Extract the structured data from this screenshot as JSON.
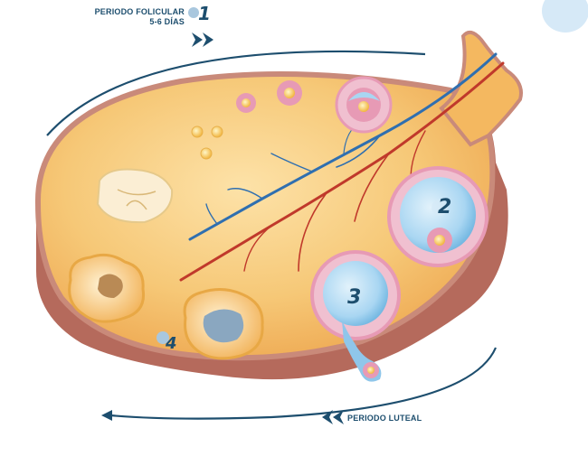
{
  "phases": {
    "follicular": {
      "title": "PERIODO FOLICULAR",
      "duration": "5-6 DÍAS"
    },
    "luteal": {
      "title": "PERIODO LUTEAL"
    }
  },
  "stages": [
    {
      "number": "1"
    },
    {
      "number": "2"
    },
    {
      "number": "3"
    },
    {
      "number": "4"
    }
  ],
  "colors": {
    "ovary_fill": "#f4b860",
    "ovary_inner": "#fbd38a",
    "ovary_rim": "#c98a7a",
    "ovary_base": "#b56a5c",
    "artery": "#c0392b",
    "vein": "#2f6fb0",
    "follicle_fluid": "#a9d6f2",
    "granulosa": "#e79ab5",
    "arrow": "#1d4e6e",
    "accent_blob": "#d6e9f7"
  }
}
